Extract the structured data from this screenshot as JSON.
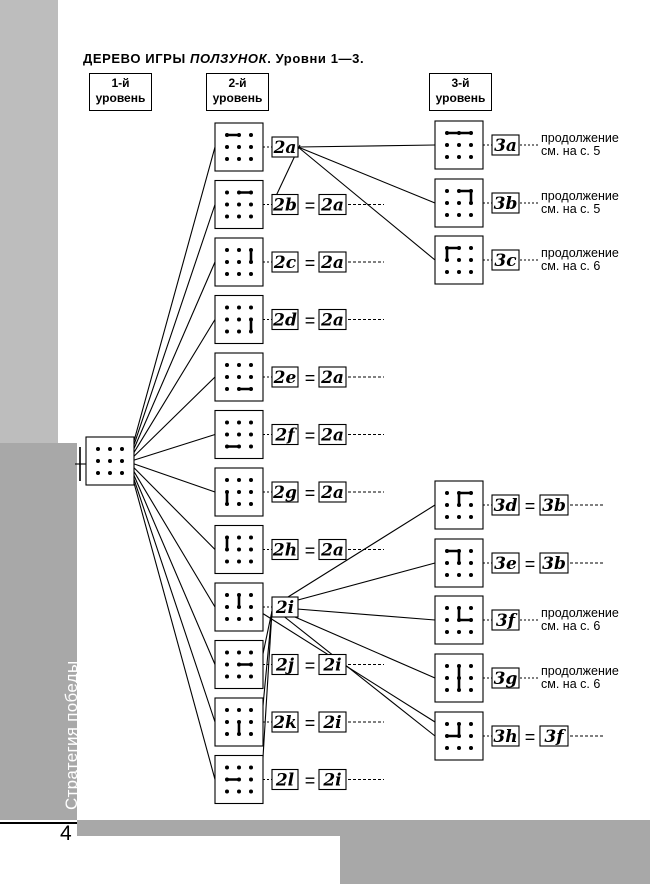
{
  "title": {
    "plain": "ДЕРЕВО ИГРЫ ",
    "italic": "ПОЛЗУНОК",
    "rest": ". Уровни 1—3."
  },
  "levels": [
    {
      "line1": "1-й",
      "line2": "уровень"
    },
    {
      "line1": "2-й",
      "line2": "уровень"
    },
    {
      "line1": "3-й",
      "line2": "уровень"
    }
  ],
  "level2": [
    {
      "label": "2a",
      "eq": ""
    },
    {
      "label": "2b",
      "eq": "2a"
    },
    {
      "label": "2c",
      "eq": "2a"
    },
    {
      "label": "2d",
      "eq": "2a"
    },
    {
      "label": "2e",
      "eq": "2a"
    },
    {
      "label": "2f",
      "eq": "2a"
    },
    {
      "label": "2g",
      "eq": "2a"
    },
    {
      "label": "2h",
      "eq": "2a"
    },
    {
      "label": "2i",
      "eq": ""
    },
    {
      "label": "2j",
      "eq": "2i"
    },
    {
      "label": "2k",
      "eq": "2i"
    },
    {
      "label": "2l",
      "eq": "2i"
    }
  ],
  "level3": [
    {
      "label": "3a",
      "eq": "",
      "note1": "продолжение",
      "note2": "см. на с. 5"
    },
    {
      "label": "3b",
      "eq": "",
      "note1": "продолжение",
      "note2": "см. на с. 5"
    },
    {
      "label": "3c",
      "eq": "",
      "note1": "продолжение",
      "note2": "см. на с. 6"
    },
    {
      "label": "3d",
      "eq": "3b",
      "note1": "",
      "note2": ""
    },
    {
      "label": "3e",
      "eq": "3b",
      "note1": "",
      "note2": ""
    },
    {
      "label": "3f",
      "eq": "",
      "note1": "продолжение",
      "note2": "см. на с. 6"
    },
    {
      "label": "3g",
      "eq": "",
      "note1": "продолжение",
      "note2": "см. на с. 6"
    },
    {
      "label": "3h",
      "eq": "3f",
      "note1": "",
      "note2": ""
    }
  ],
  "equals_sign": "=",
  "sidebar_text": "Стратегия победы",
  "page_number": "4"
}
